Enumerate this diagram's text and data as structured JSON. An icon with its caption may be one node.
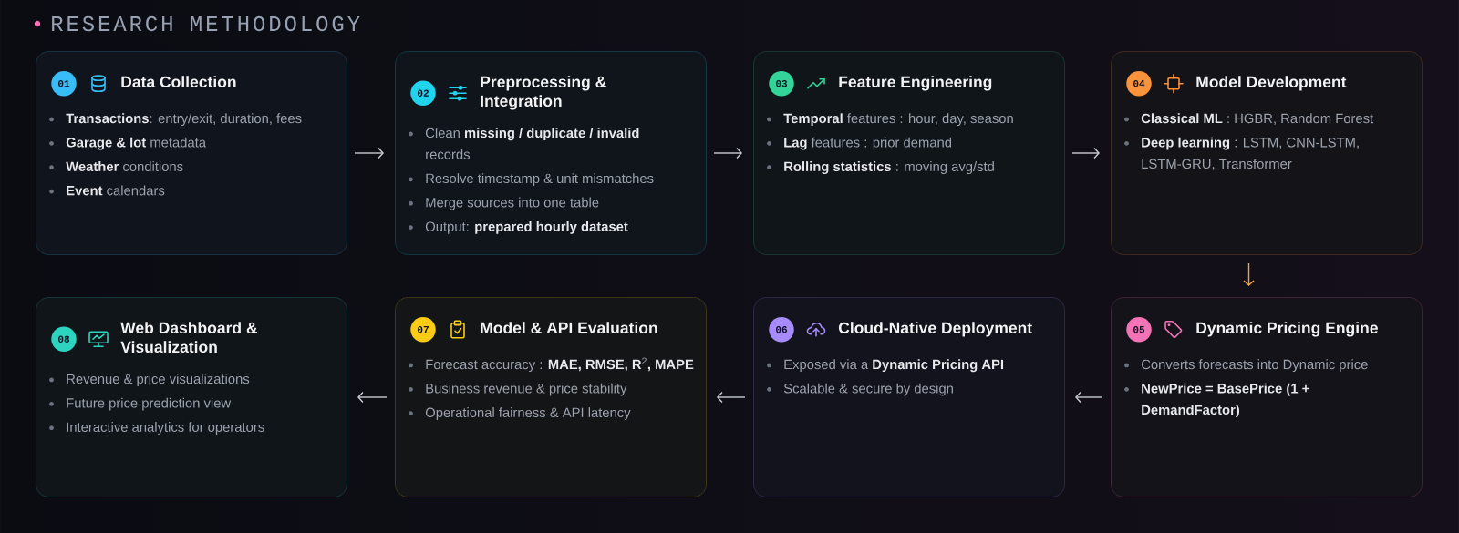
{
  "diagram": {
    "title": "RESEARCH METHODOLOGY",
    "nodes": [
      {
        "text": [
          "01",
          "Data Collection",
          "**Transactions**: entry/exit, duration, fees",
          "**Garage & lot** metadata",
          "**Weather** conditions",
          "**Event** calendars"
        ]
      },
      {
        "text": [
          "02",
          "Preprocessing & Integration",
          "Clean **missing / duplicate / invalid** records",
          "Resolve timestamp & unit mismatches",
          "Merge sources into one table",
          "Output: **prepared hourly dataset**"
        ]
      },
      {
        "text": [
          "03",
          "Feature Engineering",
          "**Temporal** features : hour, day, season",
          "**Lag** features : prior demand",
          "**Rolling statistics** : moving avg/std"
        ]
      },
      {
        "text": [
          "04",
          "Model Development",
          "**Classical ML** : HGBR, Random Forest",
          "**Deep learning** : LSTM, CNN-LSTM, LSTM-GRU, Transformer"
        ]
      },
      {
        "text": [
          "05",
          "Dynamic Pricing Engine",
          "Converts forecasts into Dynamic price",
          "NewPrice = BasePrice (1 + DemandFactor)"
        ]
      },
      {
        "text": [
          "06",
          "Cloud-Native Deployment",
          "Exposed via a **Dynamic Pricing API**",
          "Scalable & secure by design"
        ]
      },
      {
        "text": [
          "07",
          "Model & API Evaluation",
          "Forecast accuracy : **MAE, RMSE, R**$^{2}$**, MAPE**",
          "Business revenue & price stability",
          "Operational fairness & API latency"
        ]
      },
      {
        "text": [
          "08",
          "Web Dashboard & Visualization",
          "Revenue & price visualizations",
          "Future price prediction view",
          "Interactive analytics for operators"
        ]
      }
    ],
    "edges": [
      {
        "from": 0,
        "to": 1,
        "arrow": "to"
      },
      {
        "from": 1,
        "to": 2,
        "arrow": "to"
      },
      {
        "from": 2,
        "to": 3,
        "arrow": "to"
      },
      {
        "from": 3,
        "to": 4,
        "arrow": "to",
        "color": "#f4a340"
      },
      {
        "from": 4,
        "to": 5,
        "arrow": "to"
      },
      {
        "from": 5,
        "to": 6,
        "arrow": "to"
      },
      {
        "from": 6,
        "to": 7,
        "arrow": "to"
      }
    ]
  }
}
